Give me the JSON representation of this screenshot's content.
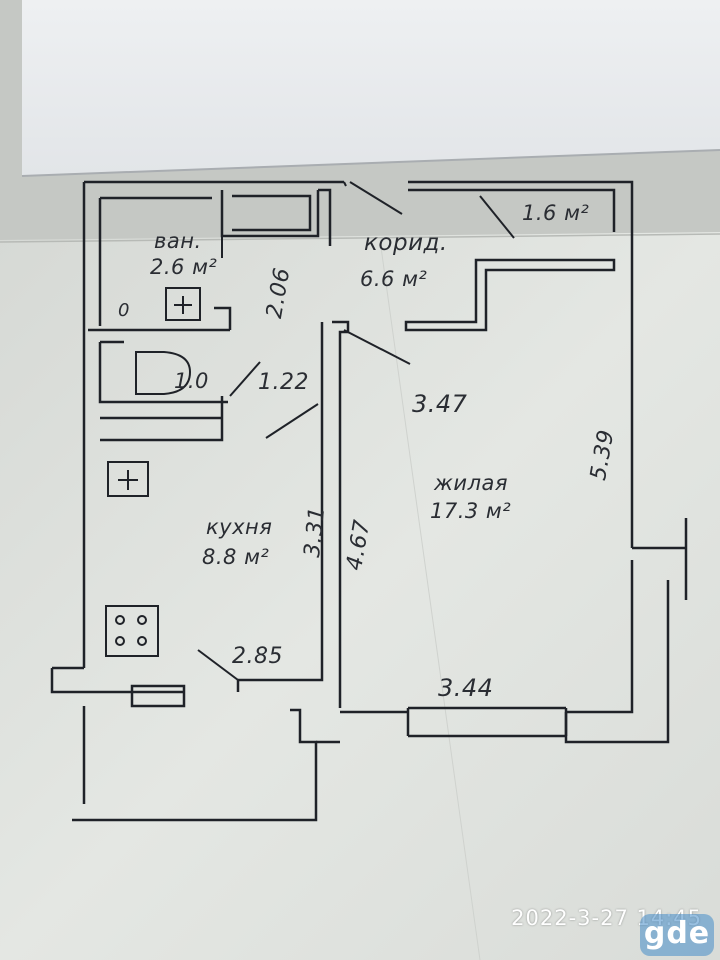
{
  "rooms": {
    "bathroom": {
      "name": "ван.",
      "area": "2.6 м²"
    },
    "corridor": {
      "name": "корид.",
      "area": "6.6 м²"
    },
    "storage": {
      "area": "1.6 м²"
    },
    "toilet": {
      "area": "1.0",
      "mark": "0"
    },
    "kitchen": {
      "name": "кухня",
      "area": "8.8 м²"
    },
    "living": {
      "name": "жилая",
      "area": "17.3 м²"
    }
  },
  "dimensions": {
    "bath_depth": "2.06",
    "passage": "1.22",
    "corridor_width": "3.47",
    "living_depth": "5.39",
    "kitchen_depth": "3.31",
    "partition_length": "4.67",
    "kitchen_width": "2.85",
    "living_width": "3.44"
  },
  "photo": {
    "timestamp": "2022-3-27 14:45",
    "watermark": "gde"
  },
  "colors": {
    "paper": "#e6e9e5",
    "ink": "#2a2d33",
    "wall": "#1f2228"
  }
}
